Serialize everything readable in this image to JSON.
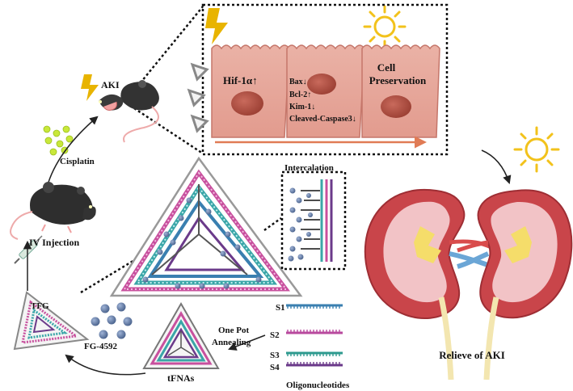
{
  "labels": {
    "aki": "AKI",
    "cisplatin": "Cisplatin",
    "iv_injection": "IV Injection",
    "tfg": "TFG",
    "fg4592": "FG-4592",
    "tfnas": "tFNAs",
    "one_pot_line1": "One Pot",
    "one_pot_line2": "Annealing",
    "intercalation": "Intercalation",
    "oligonucleotides": "Oligonucleotides",
    "relieve": "Relieve  of AKI"
  },
  "cells": {
    "hif": "Hif-1α↑",
    "markers": [
      "Bax↓",
      "Bcl-2↑",
      "Kim-1↓",
      "Cleaved-Caspase3↓"
    ],
    "preservation_line1": "Cell",
    "preservation_line2": "Preservation"
  },
  "strands": [
    {
      "label": "S1",
      "color": "#3a7fb0"
    },
    {
      "label": "S2",
      "color": "#b84a9e"
    },
    {
      "label": "S3",
      "color": "#2e9a8f"
    },
    {
      "label": "S4",
      "color": "#6b3a8a"
    }
  ],
  "colors": {
    "pink": "#c8509e",
    "teal": "#3aa6a8",
    "blue": "#3a7fb0",
    "purple": "#6b3a8a",
    "drug": "#6f86ad",
    "cell": "#e8a79a",
    "nucleus": "#b8564a",
    "kidney": "#c9454a",
    "sun": "#f2c21b",
    "bolt": "#e8b400"
  }
}
